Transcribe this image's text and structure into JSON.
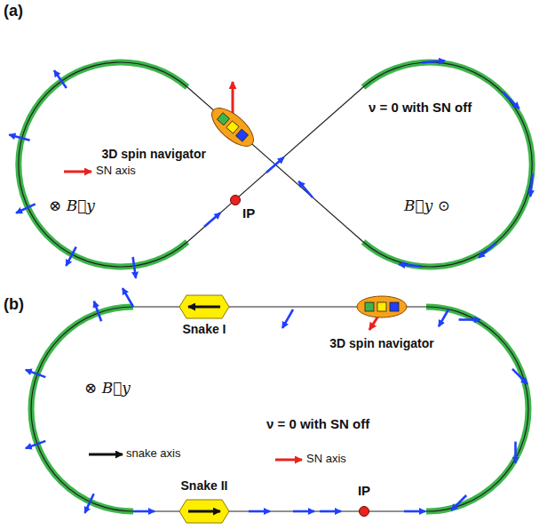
{
  "diagram": {
    "nodes": [
      {
        "text": [
          "3D spin navigator"
        ]
      },
      {
        "text": [
          "IP"
        ]
      },
      {
        "text": [
          "Snake I"
        ]
      },
      {
        "text": [
          "3D spin navigator"
        ]
      },
      {
        "text": [
          "Snake II"
        ]
      },
      {
        "text": [
          "IP"
        ]
      }
    ],
    "labels": [
      "(a)",
      "SN axis",
      "ν = 0 with SN off",
      "⊗ B⃗y",
      "B⃗y ⊙",
      "(b)",
      "snake axis",
      "ν = 0 with SN off",
      "SN axis",
      "⊗ B⃗y"
    ]
  }
}
